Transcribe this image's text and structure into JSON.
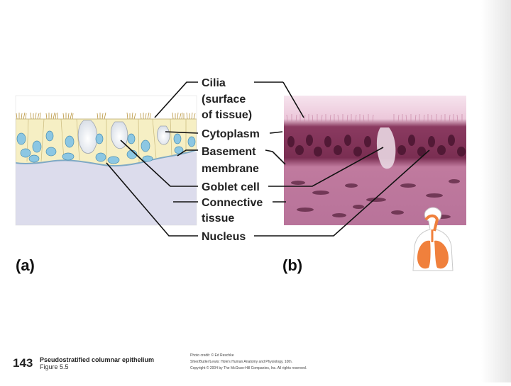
{
  "labels": {
    "cilia": [
      "Cilia",
      "(surface",
      "of tissue)"
    ],
    "cytoplasm": "Cytoplasm",
    "basement": [
      "Basement",
      "membrane"
    ],
    "goblet": "Goblet cell",
    "connective": [
      "Connective",
      "tissue"
    ],
    "nucleus": "Nucleus"
  },
  "panels": {
    "a": "(a)",
    "b": "(b)"
  },
  "footer": {
    "page_number": "143",
    "title": "Pseudostratified columnar epithelium",
    "figure": "Figure 5.5",
    "credit": [
      "Photo credit: © Ed Reschke",
      "Shier/Butler/Lewis: Hole's Human Anatomy and Physiology, 10th.",
      "Copyright © 2004 by The McGraw-Hill Companies, Inc. All rights reserved."
    ]
  },
  "colors": {
    "drawing_cytoplasm": "#f6efc4",
    "drawing_nucleus": "#8cc7e3",
    "drawing_connective": "#dcdcec",
    "photo_tissue": "#b86a94",
    "photo_cell_layer": "#6a2546",
    "lung_icon": "#f0803c"
  }
}
